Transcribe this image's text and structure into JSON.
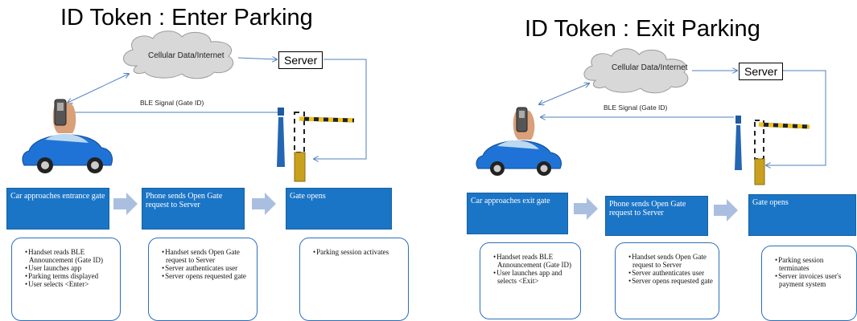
{
  "enter": {
    "title": "ID Token : Enter Parking",
    "cloud_label": "Cellular Data/Internet",
    "server_label": "Server",
    "ble_label": "BLE Signal (Gate ID)",
    "steps": [
      "Car approaches entrance gate",
      "Phone sends Open Gate request to Server",
      "Gate opens"
    ],
    "details": [
      [
        "Handset reads BLE Announcement (Gate ID)",
        "User launches app",
        "Parking terms displayed",
        "User selects <Enter>"
      ],
      [
        "Handset sends Open Gate request to Server",
        "Server authenticates user",
        "Server opens requested gate"
      ],
      [
        "Parking session activates"
      ]
    ]
  },
  "exit": {
    "title": "ID Token : Exit Parking",
    "cloud_label": "Cellular Data/Internet",
    "server_label": "Server",
    "ble_label": "BLE Signal (Gate ID)",
    "steps": [
      "Car approaches exit gate",
      "Phone sends Open Gate request to Server",
      "Gate opens"
    ],
    "details": [
      [
        "Handset reads BLE Announcement (Gate ID)",
        "User launches app and selects <Exit>"
      ],
      [
        "Handset sends Open Gate request to Server",
        "Server authenticates user",
        "Server opens requested gate"
      ],
      [
        "Parking session terminates",
        "Server invoices user's payment system"
      ]
    ]
  },
  "colors": {
    "step_fill": "#1b75c6",
    "arrow_fill": "#aabfe0",
    "connector": "#4f81bd",
    "car": "#1f73d6"
  }
}
